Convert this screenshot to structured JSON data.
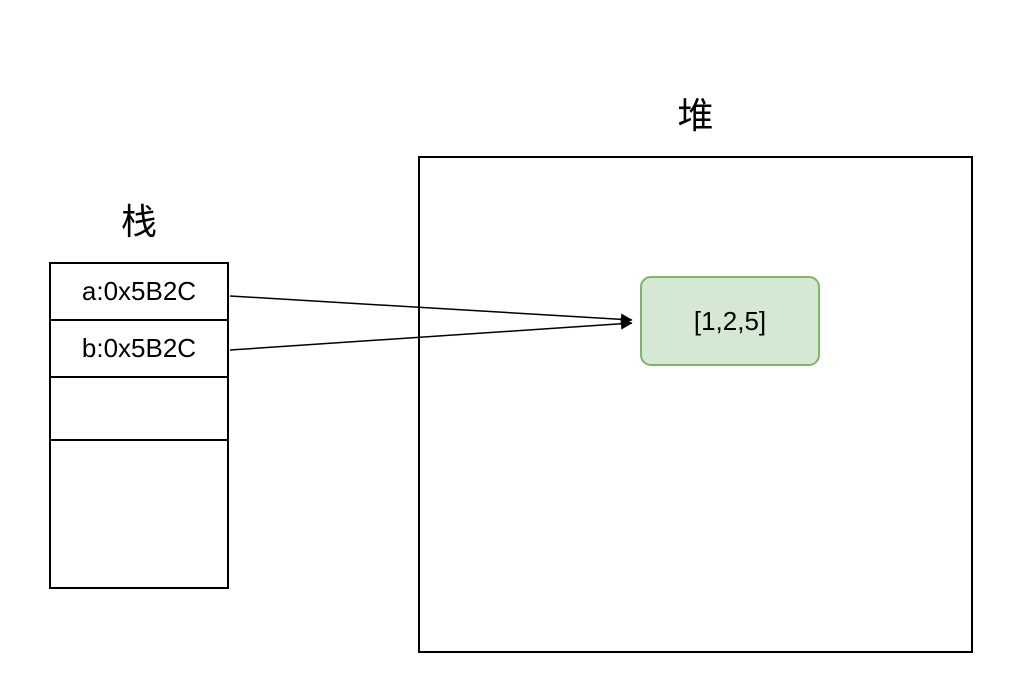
{
  "stack": {
    "title": "栈",
    "cells": [
      {
        "id": "a",
        "label": "a:0x5B2C"
      },
      {
        "id": "b",
        "label": "b:0x5B2C"
      },
      {
        "id": "empty-1",
        "label": ""
      },
      {
        "id": "empty-2",
        "label": ""
      }
    ]
  },
  "heap": {
    "title": "堆",
    "node": {
      "label": "[1,2,5]"
    }
  },
  "arrows": [
    {
      "from": "stack-cell-a",
      "to": "heap-array-node"
    },
    {
      "from": "stack-cell-b",
      "to": "heap-array-node"
    }
  ],
  "colors": {
    "background": "#ffffff",
    "line": "#000000",
    "heap_node_fill": "#d5e8d4",
    "heap_node_border": "#82b366",
    "text": "#000000"
  }
}
